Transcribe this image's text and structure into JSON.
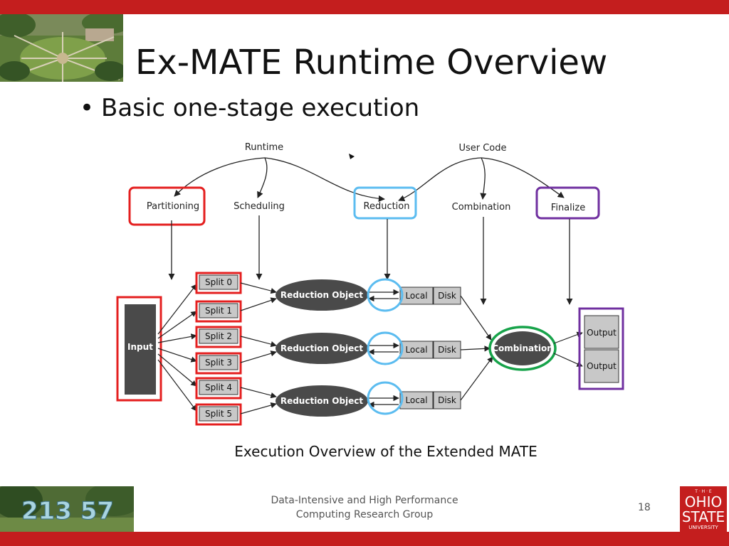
{
  "slide": {
    "title": "Ex-MATE Runtime Overview",
    "bullet": "Basic one-stage execution",
    "caption": "Execution Overview of the Extended MATE"
  },
  "diagram": {
    "group_labels": {
      "runtime": "Runtime",
      "user_code": "User Code"
    },
    "stages": {
      "partitioning": "Partitioning",
      "scheduling": "Scheduling",
      "reduction": "Reduction",
      "combination": "Combination",
      "finalize": "Finalize"
    },
    "input": "Input",
    "splits": [
      "Split 0",
      "Split 1",
      "Split 2",
      "Split 3",
      "Split 4",
      "Split 5"
    ],
    "reduction_objects": [
      "Reduction Object",
      "Reduction Object",
      "Reduction Object"
    ],
    "storage": [
      {
        "local": "Local",
        "disk": "Disk"
      },
      {
        "local": "Local",
        "disk": "Disk"
      },
      {
        "local": "Local",
        "disk": "Disk"
      }
    ],
    "combination_node": "Combination",
    "outputs": [
      "Output",
      "Output"
    ],
    "highlight_colors": {
      "red": "#e41f1f",
      "blue": "#5bbcf0",
      "purple": "#7030a0",
      "green": "#17a34a"
    }
  },
  "footer": {
    "logo_text": "213 57",
    "group_line1": "Data-Intensive and High Performance",
    "group_line2": "Computing Research Group",
    "page_number": "18",
    "osu_logo": {
      "the": "T · H · E",
      "ohio": "OHIO",
      "state": "STATE",
      "university": "UNIVERSITY"
    }
  },
  "theme": {
    "bar_color": "#c41e1e",
    "node_fill": "#4a4a4a",
    "box_fill": "#c8c8c8"
  }
}
